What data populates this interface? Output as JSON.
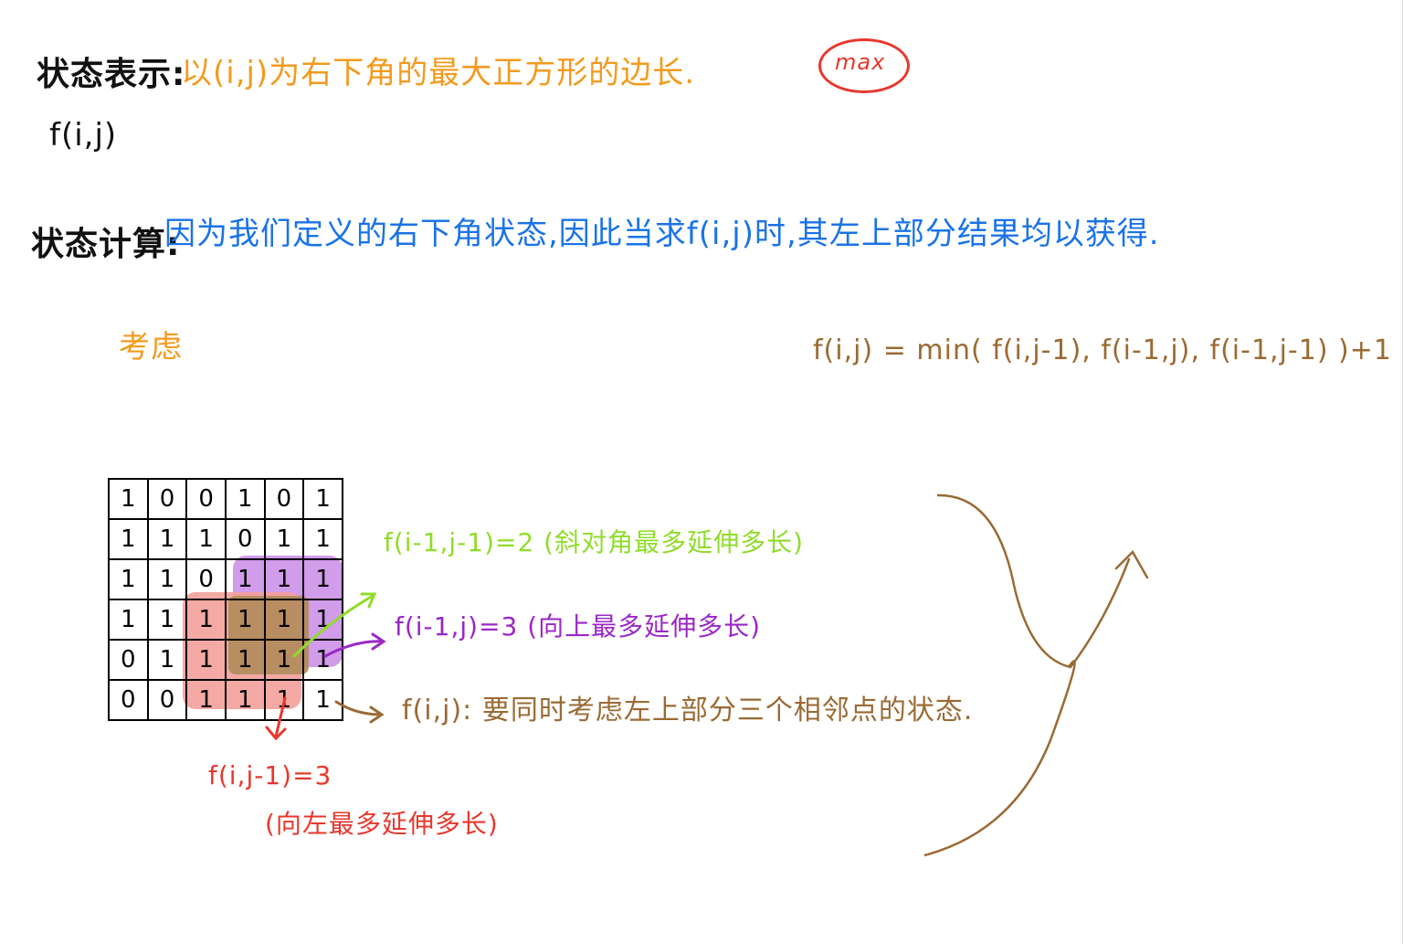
{
  "title_state": "状态表示:",
  "state_desc": "以(i,j)为右下角的最大正方形的边长.",
  "state_fn": "f(i,j)",
  "max_note": "max",
  "title_calc": "状态计算:",
  "calc_desc": "因为我们定义的右下角状态,因此当求f(i,j)时,其左上部分结果均以获得.",
  "consider": "考虑",
  "formula": "f(i,j) = min( f(i,j-1), f(i-1,j), f(i-1,j-1) )+1",
  "grid": [
    [
      "1",
      "0",
      "0",
      "1",
      "0",
      "1"
    ],
    [
      "1",
      "1",
      "1",
      "0",
      "1",
      "1"
    ],
    [
      "1",
      "1",
      "0",
      "1",
      "1",
      "1"
    ],
    [
      "1",
      "1",
      "1",
      "1",
      "1",
      "1"
    ],
    [
      "0",
      "1",
      "1",
      "1",
      "1",
      "1"
    ],
    [
      "0",
      "0",
      "1",
      "1",
      "1",
      "1"
    ]
  ],
  "label_diag": "f(i-1,j-1)=2 (斜对角最多延伸多长)",
  "label_up": "f(i-1,j)=3 (向上最多延伸多长)",
  "label_cur": "f(i,j): 要同时考虑左上部分三个相邻点的状态.",
  "label_left_fn": "f(i,j-1)=3",
  "label_left_desc": "(向左最多延伸多长)",
  "colors": {
    "orange": "#f39a1e",
    "blue": "#1a73e8",
    "green": "#8fdc2a",
    "purple": "#9b27c7",
    "brown": "#9a6a33",
    "red": "#e8372d",
    "purple_fill": "#c98be6",
    "red_fill": "#f4a09a",
    "brown_fill": "#b08b5a"
  }
}
